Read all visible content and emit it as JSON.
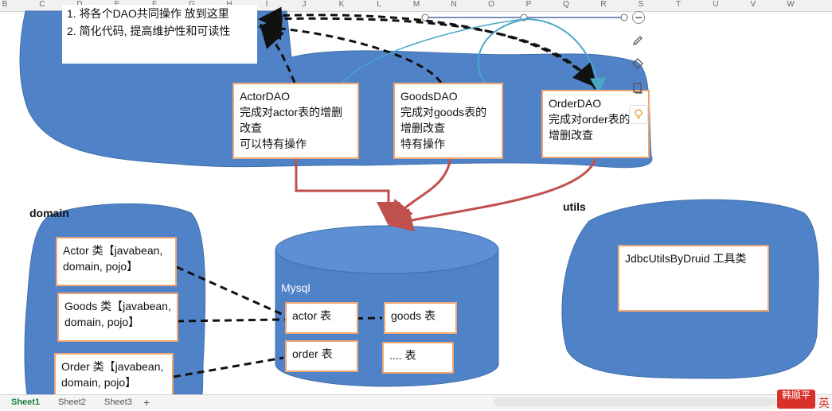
{
  "spreadsheet": {
    "columns": [
      "B",
      "C",
      "D",
      "E",
      "F",
      "G",
      "H",
      "I",
      "J",
      "K",
      "L",
      "M",
      "N",
      "O",
      "P",
      "Q",
      "R",
      "S",
      "T",
      "U",
      "V",
      "W"
    ],
    "sheets": [
      "Sheet1",
      "Sheet2",
      "Sheet3"
    ],
    "add_sheet_label": "+"
  },
  "top_note": {
    "line1": "1. 将各个DAO共同操作 放到这里",
    "line2": "2.  简化代码, 提高维护性和可读性"
  },
  "dao": {
    "actor": "ActorDAO\n完成对actor表的增删\n改查\n可以特有操作",
    "goods": "GoodsDAO\n完成对goods表的\n增删改查\n特有操作",
    "order": "OrderDAO\n完成对order表的\n增删改查"
  },
  "domain": {
    "title": "domain",
    "actor": "Actor 类【javabean,\ndomain, pojo】",
    "goods": "Goods 类【javabean,\ndomain, pojo】",
    "order": "Order 类【javabean,\ndomain, pojo】"
  },
  "mysql": {
    "title": "Mysql",
    "actor_table": "actor 表",
    "goods_table": "goods 表",
    "order_table": "order 表",
    "more_table": ".... 表"
  },
  "utils": {
    "title": "utils",
    "class": "JdbcUtilsByDruid 工具类"
  },
  "toolbar": {
    "zoom_out": "−",
    "icons": [
      "pen-icon",
      "eraser-icon",
      "copy-icon",
      "bulb-icon"
    ]
  },
  "badge": {
    "text": "韩顺平",
    "side": "英"
  },
  "colors": {
    "shape_fill": "#5082c8",
    "box_border": "#f0a572",
    "arrow_red": "#c0504d",
    "arrow_blue": "#4aa7c8"
  }
}
